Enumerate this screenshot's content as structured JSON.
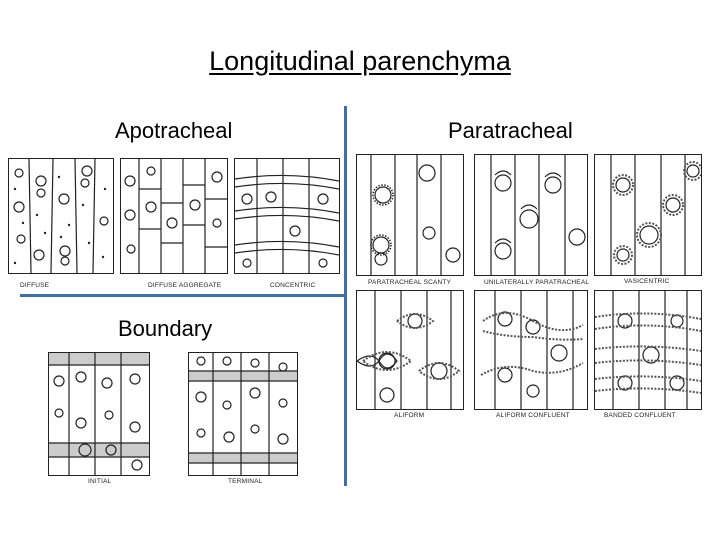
{
  "title": "Longitudinal parenchyma",
  "headings": {
    "apotracheal": "Apotracheal",
    "paratracheal": "Paratracheal",
    "boundary": "Boundary"
  },
  "captions": {
    "diffuse": "DIFFUSE",
    "diffuse_aggregate": "DIFFUSE AGGREGATE",
    "concentric": "CONCENTRIC",
    "paratracheal_scanty": "PARATRACHEAL SCANTY",
    "unilaterally_paratracheal": "UNILATERALLY PARATRACHEAL",
    "vasicentric": "VASICENTRIC",
    "aliform": "ALIFORM",
    "aliform_confluent": "ALIFORM CONFLUENT",
    "banded_confluent": "BANDED CONFLUENT",
    "initial": "INITIAL",
    "terminal": "TERMINAL"
  },
  "colors": {
    "divider": "#3d6fa8",
    "ink": "#222222"
  }
}
